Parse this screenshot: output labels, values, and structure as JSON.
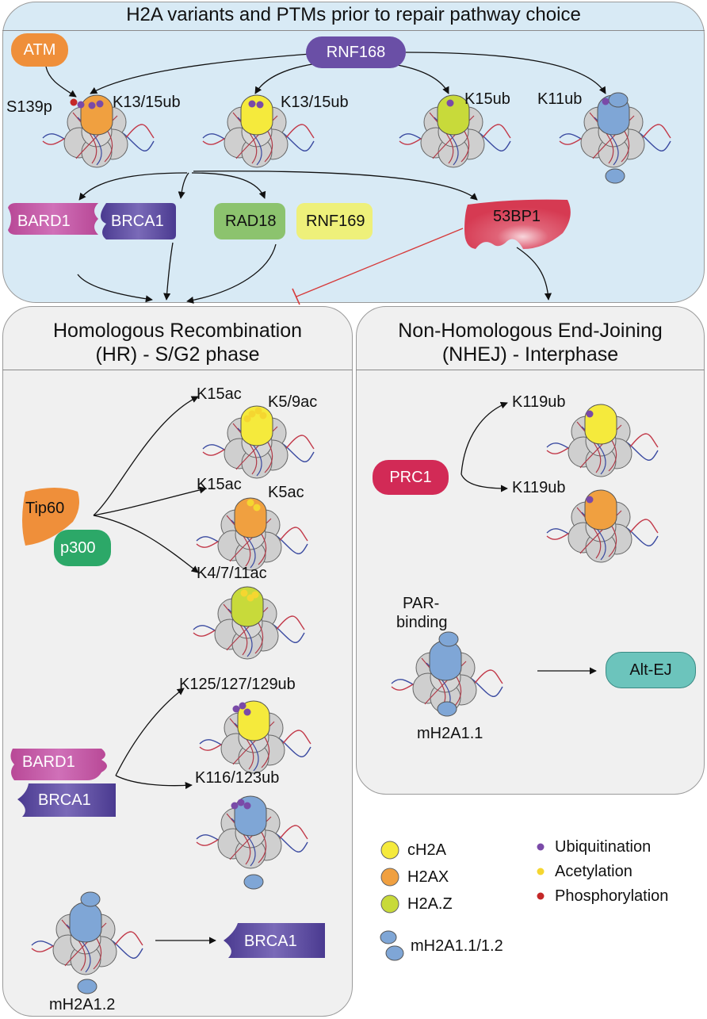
{
  "top": {
    "title": "H2A variants and PTMs prior to repair pathway choice",
    "enzymes": {
      "atm": "ATM",
      "rnf168": "RNF168"
    },
    "nuc_labels": {
      "s139p": "S139p",
      "k1315ub_a": "K13/15ub",
      "k1315ub_b": "K13/15ub",
      "k15ub": "K15ub",
      "k11ub": "K11ub"
    },
    "readers": {
      "bard1": "BARD1",
      "brca1": "BRCA1",
      "rad18": "RAD18",
      "rnf169": "RNF169",
      "p53bp1": "53BP1"
    }
  },
  "hr": {
    "title_line1": "Homologous Recombination",
    "title_line2": "(HR) - S/G2 phase",
    "writers": {
      "tip60": "Tip60",
      "p300": "p300",
      "bard1": "BARD1",
      "brca1": "BRCA1"
    },
    "marks": {
      "k15ac_1": "K15ac",
      "k59ac": "K5/9ac",
      "k15ac_2": "K15ac",
      "k5ac": "K5ac",
      "k4711ac": "K4/7/11ac",
      "k125ub": "K125/127/129ub",
      "k116ub": "K116/123ub"
    },
    "mh2a": "mH2A1.2",
    "brca1_out": "BRCA1"
  },
  "nhej": {
    "title_line1": "Non-Homologous End-Joining",
    "title_line2": "(NHEJ) - Interphase",
    "prc1": "PRC1",
    "k119ub_1": "K119ub",
    "k119ub_2": "K119ub",
    "par_line1": "PAR-",
    "par_line2": "binding",
    "mh2a": "mH2A1.1",
    "altej": "Alt-EJ"
  },
  "legend": {
    "variants": [
      {
        "label": "cH2A",
        "color": "#f5ea3c"
      },
      {
        "label": "H2AX",
        "color": "#f0a040"
      },
      {
        "label": "H2A.Z",
        "color": "#c8da3a"
      }
    ],
    "mh2a_label": "mH2A1.1/1.2",
    "mods": [
      {
        "label": "Ubiquitination",
        "color": "#7a4aa8"
      },
      {
        "label": "Acetylation",
        "color": "#f5d630"
      },
      {
        "label": "Phosphorylation",
        "color": "#c42828"
      }
    ]
  },
  "colors": {
    "atm": "#ef8f3a",
    "rnf168": "#6a4fa6",
    "bard1": "#c85aa8",
    "brca1": "#5a4aa0",
    "rad18": "#8cc36e",
    "rnf169": "#eef07a",
    "p53bp1": "#d63a52",
    "tip60": "#ef8f3a",
    "p300": "#2ca868",
    "prc1": "#d22a56",
    "altej": "#6cc4bc",
    "mh2a": "#7fa6d6",
    "repair_block": "#d63a3a"
  }
}
